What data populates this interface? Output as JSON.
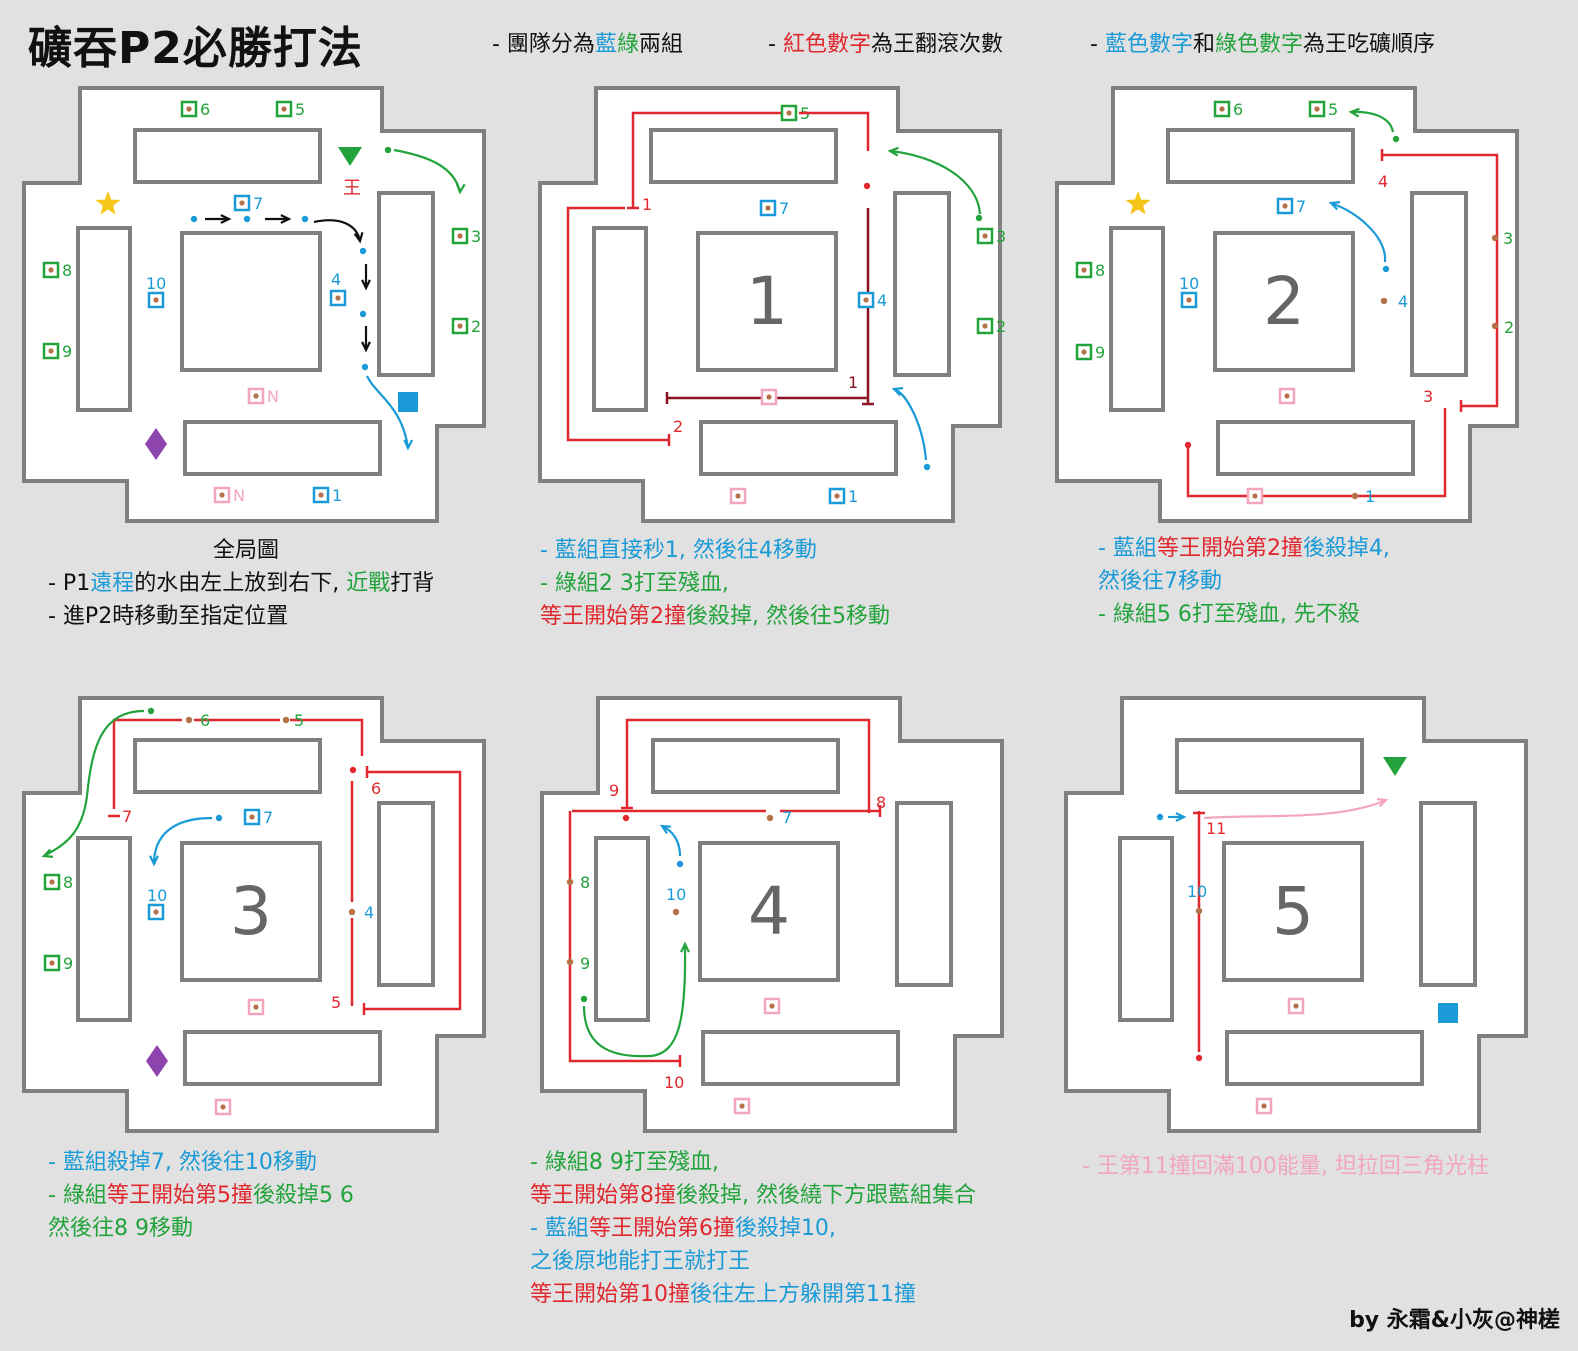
{
  "title": "礦吞P2必勝打法",
  "legend": [
    {
      "parts": [
        {
          "t": "- 團隊分為",
          "c": "ck"
        },
        {
          "t": "藍",
          "c": "cb"
        },
        {
          "t": "綠",
          "c": "cg"
        },
        {
          "t": "兩組",
          "c": "ck"
        }
      ]
    },
    {
      "parts": [
        {
          "t": "- ",
          "c": "ck"
        },
        {
          "t": "紅色數字",
          "c": "cr"
        },
        {
          "t": "為王翻滾次數",
          "c": "ck"
        }
      ]
    },
    {
      "parts": [
        {
          "t": "- ",
          "c": "ck"
        },
        {
          "t": "藍色數字",
          "c": "cb"
        },
        {
          "t": "和",
          "c": "ck"
        },
        {
          "t": "綠色數字",
          "c": "cg"
        },
        {
          "t": "為王吃礦順序",
          "c": "ck"
        }
      ]
    }
  ],
  "colors": {
    "blue": "#1a9ad6",
    "green": "#22a33c",
    "red": "#e0282e",
    "darkred": "#8b1420",
    "pink": "#f2a5bd",
    "brown": "#b5724a",
    "purple": "#8e44ad",
    "gold": "#f5c518",
    "wall": "#808080"
  },
  "maps": [
    {
      "center": "",
      "labels": [
        {
          "t": "6",
          "c": "green"
        },
        {
          "t": "5",
          "c": "green"
        },
        {
          "t": "7",
          "c": "blue"
        },
        {
          "t": "3",
          "c": "green"
        },
        {
          "t": "8",
          "c": "green"
        },
        {
          "t": "10",
          "c": "blue"
        },
        {
          "t": "4",
          "c": "blue"
        },
        {
          "t": "2",
          "c": "green"
        },
        {
          "t": "9",
          "c": "green"
        },
        {
          "t": "N",
          "c": "pink"
        },
        {
          "t": "N",
          "c": "pink"
        },
        {
          "t": "1",
          "c": "blue"
        },
        {
          "t": "王",
          "c": "red"
        }
      ]
    },
    {
      "center": "1",
      "labels": [
        {
          "t": "5",
          "c": "green"
        },
        {
          "t": "1",
          "c": "red"
        },
        {
          "t": "7",
          "c": "blue"
        },
        {
          "t": "3",
          "c": "green"
        },
        {
          "t": "4",
          "c": "blue"
        },
        {
          "t": "2",
          "c": "green"
        },
        {
          "t": "1",
          "c": "darkred"
        },
        {
          "t": "2",
          "c": "red"
        },
        {
          "t": "1",
          "c": "blue"
        }
      ]
    },
    {
      "center": "2",
      "labels": [
        {
          "t": "6",
          "c": "green"
        },
        {
          "t": "5",
          "c": "green"
        },
        {
          "t": "4",
          "c": "red"
        },
        {
          "t": "7",
          "c": "blue"
        },
        {
          "t": "3",
          "c": "green"
        },
        {
          "t": "8",
          "c": "green"
        },
        {
          "t": "10",
          "c": "blue"
        },
        {
          "t": "4",
          "c": "blue"
        },
        {
          "t": "2",
          "c": "green"
        },
        {
          "t": "9",
          "c": "green"
        },
        {
          "t": "3",
          "c": "red"
        },
        {
          "t": "1",
          "c": "blue"
        }
      ]
    },
    {
      "center": "3",
      "labels": [
        {
          "t": "6",
          "c": "green"
        },
        {
          "t": "5",
          "c": "green"
        },
        {
          "t": "6",
          "c": "red"
        },
        {
          "t": "7",
          "c": "red"
        },
        {
          "t": "7",
          "c": "blue"
        },
        {
          "t": "8",
          "c": "green"
        },
        {
          "t": "10",
          "c": "blue"
        },
        {
          "t": "4",
          "c": "blue"
        },
        {
          "t": "9",
          "c": "green"
        },
        {
          "t": "5",
          "c": "red"
        }
      ]
    },
    {
      "center": "4",
      "labels": [
        {
          "t": "9",
          "c": "red"
        },
        {
          "t": "8",
          "c": "red"
        },
        {
          "t": "7",
          "c": "blue"
        },
        {
          "t": "8",
          "c": "green"
        },
        {
          "t": "10",
          "c": "blue"
        },
        {
          "t": "9",
          "c": "green"
        },
        {
          "t": "10",
          "c": "red"
        }
      ]
    },
    {
      "center": "5",
      "labels": [
        {
          "t": "11",
          "c": "red"
        },
        {
          "t": "10",
          "c": "blue"
        }
      ]
    }
  ],
  "captions": [
    {
      "lines": [
        {
          "parts": [
            {
              "t": "全局圖",
              "c": "ck"
            }
          ]
        },
        {
          "parts": [
            {
              "t": "- P1",
              "c": "ck"
            },
            {
              "t": "遠程",
              "c": "cb"
            },
            {
              "t": "的水由左上放到右下, ",
              "c": "ck"
            },
            {
              "t": "近戰",
              "c": "cg"
            },
            {
              "t": "打背",
              "c": "ck"
            }
          ]
        },
        {
          "parts": [
            {
              "t": "- 進P2時移動至指定位置",
              "c": "ck"
            }
          ]
        }
      ]
    },
    {
      "lines": [
        {
          "parts": [
            {
              "t": "- 藍組直接秒1, 然後往4移動",
              "c": "cb"
            }
          ]
        },
        {
          "parts": [
            {
              "t": "- 綠組2 3打至殘血,",
              "c": "cg"
            }
          ]
        },
        {
          "parts": [
            {
              "t": "   等王開始第2撞",
              "c": "cr"
            },
            {
              "t": "後殺掉, 然後往5移動",
              "c": "cg"
            }
          ]
        }
      ]
    },
    {
      "lines": [
        {
          "parts": [
            {
              "t": "- 藍組",
              "c": "cb"
            },
            {
              "t": "等王開始第2撞",
              "c": "cr"
            },
            {
              "t": "後殺掉4,",
              "c": "cb"
            }
          ]
        },
        {
          "parts": [
            {
              "t": "   然後往7移動",
              "c": "cb"
            }
          ]
        },
        {
          "parts": [
            {
              "t": "- 綠組5 6打至殘血, 先不殺",
              "c": "cg"
            }
          ]
        }
      ]
    },
    {
      "lines": [
        {
          "parts": [
            {
              "t": "- 藍組殺掉7, 然後往10移動",
              "c": "cb"
            }
          ]
        },
        {
          "parts": [
            {
              "t": "- 綠組",
              "c": "cg"
            },
            {
              "t": "等王開始第5撞",
              "c": "cr"
            },
            {
              "t": "後殺掉5 6",
              "c": "cg"
            }
          ]
        },
        {
          "parts": [
            {
              "t": "   然後往8 9移動",
              "c": "cg"
            }
          ]
        }
      ]
    },
    {
      "lines": [
        {
          "parts": [
            {
              "t": "- 綠組8 9打至殘血,",
              "c": "cg"
            }
          ]
        },
        {
          "parts": [
            {
              "t": "   等王開始第8撞",
              "c": "cr"
            },
            {
              "t": "後殺掉, 然後繞下方跟藍組集合",
              "c": "cg"
            }
          ]
        },
        {
          "parts": [
            {
              "t": "- 藍組",
              "c": "cb"
            },
            {
              "t": "等王開始第6撞",
              "c": "cr"
            },
            {
              "t": "後殺掉10,",
              "c": "cb"
            }
          ]
        },
        {
          "parts": [
            {
              "t": "   之後原地能打王就打王",
              "c": "cb"
            }
          ]
        },
        {
          "parts": [
            {
              "t": "   等王開始第10撞",
              "c": "cr"
            },
            {
              "t": "後往左上方躲開第11撞",
              "c": "cb"
            }
          ]
        }
      ]
    },
    {
      "lines": [
        {
          "parts": [
            {
              "t": "- 王第11撞回滿100能量, 坦拉回三角光柱",
              "c": "cp"
            }
          ]
        }
      ]
    }
  ],
  "credit": "by 永霜&小灰@神槎"
}
